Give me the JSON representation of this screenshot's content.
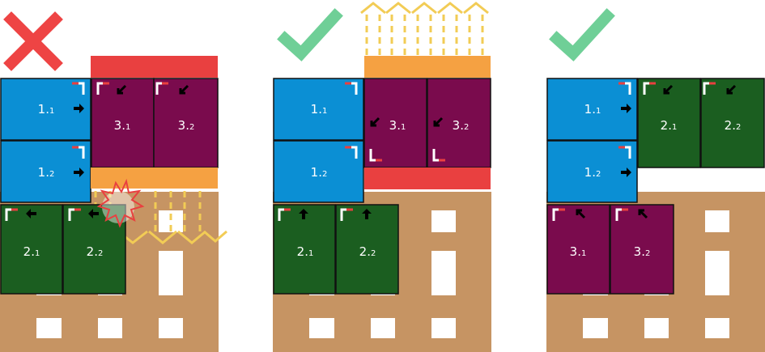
{
  "panels": [
    {
      "verdict": "wrong",
      "boxes": [
        {
          "main": "1.",
          "sub": "1",
          "color": "blue"
        },
        {
          "main": "1.",
          "sub": "2",
          "color": "blue"
        },
        {
          "main": "2.",
          "sub": "1",
          "color": "green"
        },
        {
          "main": "2.",
          "sub": "2",
          "color": "green"
        },
        {
          "main": "3.",
          "sub": "1",
          "color": "purple"
        },
        {
          "main": "3.",
          "sub": "2",
          "color": "purple"
        }
      ]
    },
    {
      "verdict": "correct",
      "boxes": [
        {
          "main": "1.",
          "sub": "1",
          "color": "blue"
        },
        {
          "main": "1.",
          "sub": "2",
          "color": "blue"
        },
        {
          "main": "2.",
          "sub": "1",
          "color": "green"
        },
        {
          "main": "2.",
          "sub": "2",
          "color": "green"
        },
        {
          "main": "3.",
          "sub": "1",
          "color": "purple"
        },
        {
          "main": "3.",
          "sub": "2",
          "color": "purple"
        }
      ]
    },
    {
      "verdict": "correct",
      "boxes": [
        {
          "main": "1.",
          "sub": "1",
          "color": "blue"
        },
        {
          "main": "1.",
          "sub": "2",
          "color": "blue"
        },
        {
          "main": "2.",
          "sub": "1",
          "color": "green"
        },
        {
          "main": "2.",
          "sub": "2",
          "color": "green"
        },
        {
          "main": "3.",
          "sub": "1",
          "color": "purple"
        },
        {
          "main": "3.",
          "sub": "2",
          "color": "purple"
        }
      ]
    }
  ],
  "colors": {
    "pallet": "#c69463",
    "blue": "#0b8fd4",
    "green": "#1b5e20",
    "purple": "#7a0b4d",
    "red_bar": "#e94040",
    "orange_bar": "#f5a142",
    "dashed_arrow": "#f2cc55",
    "check": "#6fcf97",
    "cross": "#ee4444"
  }
}
